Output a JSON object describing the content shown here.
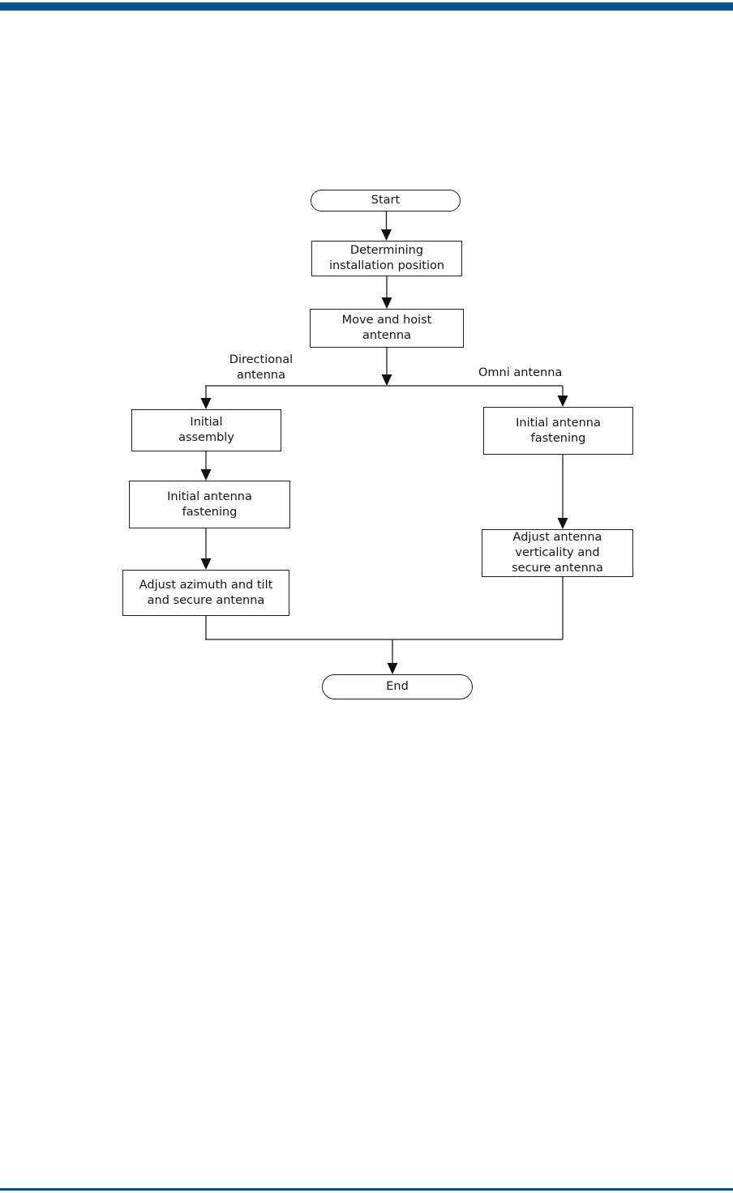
{
  "page": {
    "top_bar_color": "#06538e",
    "bottom_rule_color": "#06538e",
    "background_color": "#ffffff"
  },
  "flowchart": {
    "nodes": {
      "start": {
        "label": "Start",
        "type": "terminator"
      },
      "determine_position": {
        "label": "Determining\ninstallation position",
        "type": "process"
      },
      "move_hoist": {
        "label": "Move and hoist\nantenna",
        "type": "process"
      },
      "initial_assembly": {
        "label": "Initial\nassembly",
        "type": "process"
      },
      "initial_fastening_left": {
        "label": "Initial antenna\nfastening",
        "type": "process"
      },
      "adjust_azimuth": {
        "label": "Adjust azimuth and tilt\nand secure antenna",
        "type": "process"
      },
      "initial_fastening_right": {
        "label": "Initial antenna\nfastening",
        "type": "process"
      },
      "adjust_verticality": {
        "label": "Adjust antenna\nverticality and\nsecure antenna",
        "type": "process"
      },
      "end": {
        "label": "End",
        "type": "terminator"
      }
    },
    "branch_labels": {
      "directional": "Directional\nantenna",
      "omni": "Omni antenna"
    },
    "line_color": "#1c1c1c"
  }
}
